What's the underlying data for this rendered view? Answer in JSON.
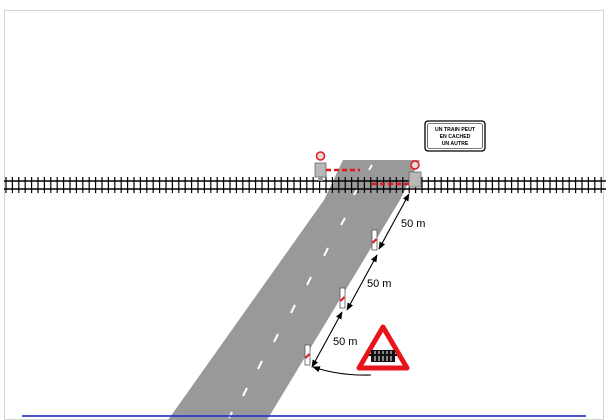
{
  "diagram": {
    "sign_text": [
      "UN TRAIN PEUT",
      "EN CACHED",
      "UN AUTRE"
    ],
    "distance_labels": [
      "50 m",
      "50 m",
      "50 m"
    ],
    "warning_sign_icon": "railway-crossing-warning-triangle",
    "colors": {
      "road": "#999999",
      "road_dash": "#ffffff",
      "rail": "#000000",
      "barrier": "#e8141b",
      "warning_border": "#e8141b",
      "water_line": "#2f39c8"
    }
  }
}
